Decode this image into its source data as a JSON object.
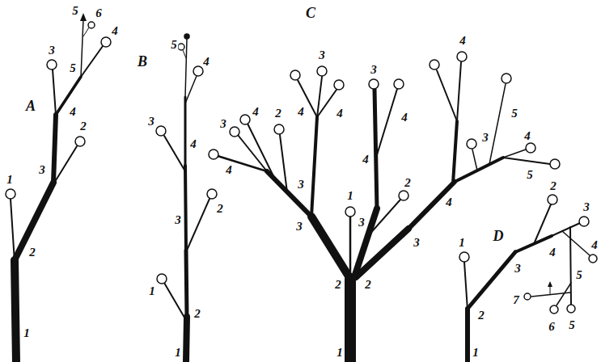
{
  "diagram": {
    "labels": [
      "5",
      "6",
      "4",
      "3",
      "5",
      "A",
      "4",
      "2",
      "3",
      "1",
      "2",
      "1",
      "5",
      "4",
      "B",
      "3",
      "4",
      "2",
      "3",
      "1",
      "2",
      "1",
      "C",
      "4",
      "3",
      "3",
      "4",
      "4",
      "2",
      "4",
      "5",
      "3",
      "4",
      "3",
      "4",
      "4",
      "4",
      "5",
      "2",
      "3",
      "1",
      "4",
      "3",
      "3",
      "3",
      "2",
      "2",
      "1",
      "2",
      "3",
      "D",
      "1",
      "4",
      "4",
      "3",
      "5",
      "7",
      "2",
      "5",
      "6",
      "1"
    ]
  }
}
